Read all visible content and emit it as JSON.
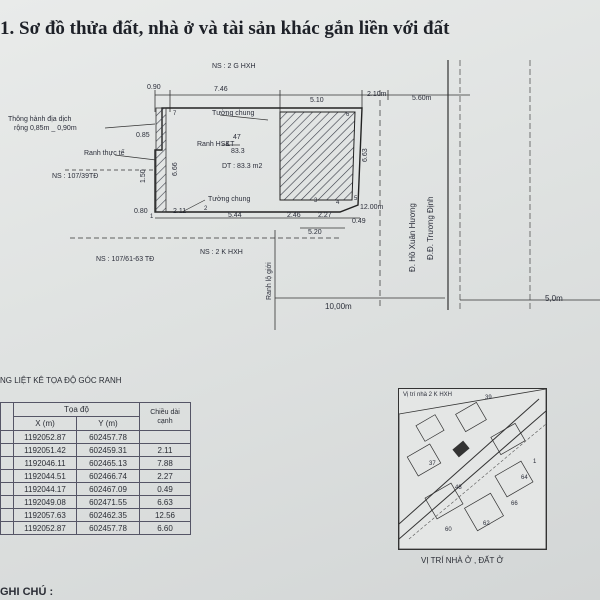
{
  "title": "1. Sơ đồ thửa đất, nhà ở và tài sản khác gắn liền với đất",
  "plan": {
    "top_neighbor": "NS : 2 G HXH",
    "dims_top": [
      "0.90",
      "7.46",
      "5.10",
      "2.10m",
      "5.60m"
    ],
    "wall_top": "Tường chung",
    "passage": [
      "Thông hành địa dịch",
      "rộng 0,85m _ 0,90m"
    ],
    "dim_085": "0.85",
    "rank_thuc_te": "Ranh thực tế",
    "rank_hskt": "Ranh HSKT",
    "fraction": {
      "prefix": "1",
      "num": "47",
      "den": "83.3"
    },
    "area": "DT : 83.3 m2",
    "left_neighbor": "NS : 107/39TĐ",
    "dims_side": [
      "1.50",
      "6.66",
      "6.63"
    ],
    "dims_bottom_left": [
      "0.80",
      "2.11"
    ],
    "wall_bottom": "Tường chung",
    "dims_bottom": [
      "5.44",
      "2.46",
      "2.27",
      "12.00m"
    ],
    "dim_049": "0.49",
    "dim_520": "5.20",
    "bottom_left_neighbor": "NS : 107/61-63 TĐ",
    "bottom_neighbor": "NS : 2 K HXH",
    "rank_lo_gioi": "Ranh lộ giới",
    "street1": "Đ. Hồ Xuân Hương",
    "street2": "Đ.Đ. Trương Định",
    "road_10": "10,00m",
    "road_5": "5,0m",
    "points": [
      "7",
      "6",
      "1",
      "2",
      "3",
      "4",
      "5"
    ]
  },
  "table": {
    "title": "NG LIỆT KÊ TỌA ĐỘ GÓC RANH",
    "header_coord": "Tọa độ",
    "header_x": "X (m)",
    "header_y": "Y (m)",
    "header_len": "Chiều dài cạnh",
    "rows": [
      {
        "x": "1192052.87",
        "y": "602457.78",
        "len": ""
      },
      {
        "x": "1192051.42",
        "y": "602459.31",
        "len": "2.11"
      },
      {
        "x": "1192046.11",
        "y": "602465.13",
        "len": "7.88"
      },
      {
        "x": "1192044.51",
        "y": "602466.74",
        "len": "2.27"
      },
      {
        "x": "1192044.17",
        "y": "602467.09",
        "len": "0.49"
      },
      {
        "x": "1192049.08",
        "y": "602471.55",
        "len": "6.63"
      },
      {
        "x": "1192057.63",
        "y": "602462.35",
        "len": "12.56"
      },
      {
        "x": "1192052.87",
        "y": "602457.78",
        "len": "6.60"
      }
    ]
  },
  "map": {
    "top_label": "Vị trí nhà 2 K HXH",
    "numbers": [
      "39",
      "37",
      "48",
      "64",
      "66",
      "62",
      "60",
      "1"
    ],
    "caption": "VỊ TRÍ NHÀ Ở , ĐẤT Ở"
  },
  "notes": "GHI CHÚ :"
}
